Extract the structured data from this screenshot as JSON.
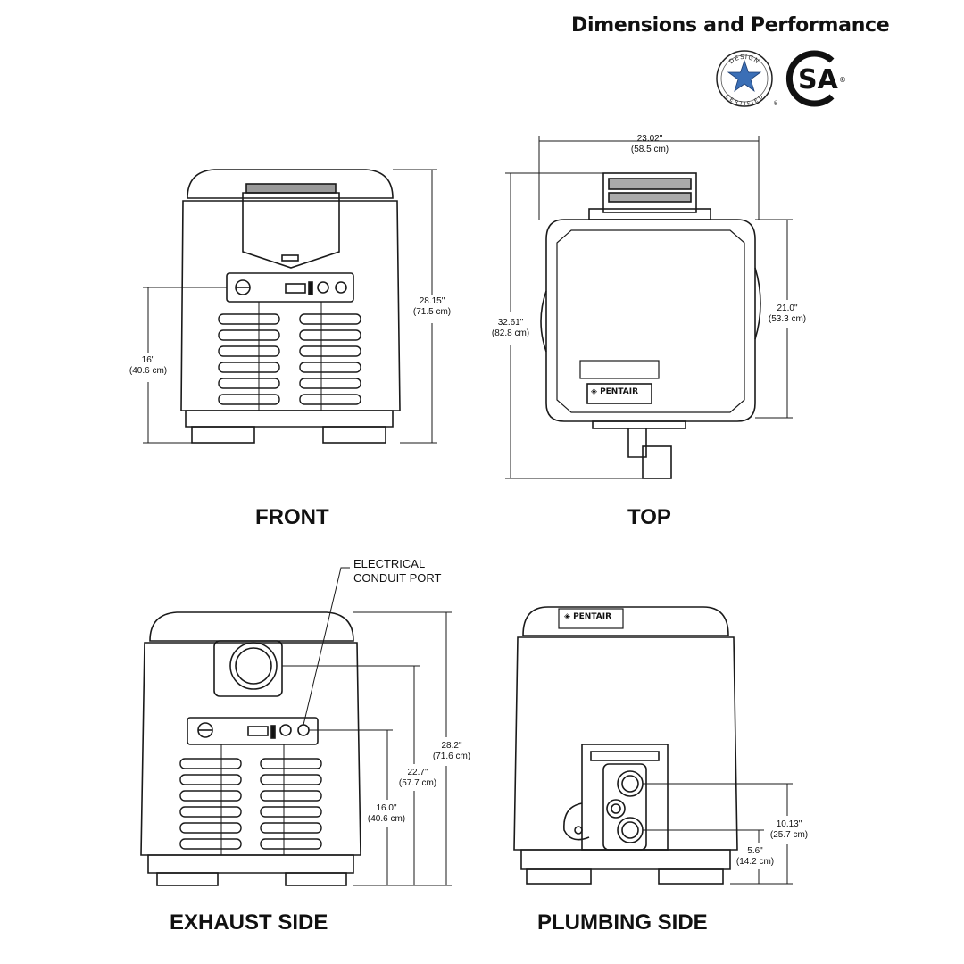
{
  "header": {
    "title": "Dimensions and Performance"
  },
  "logos": {
    "design_certified": {
      "top_text": "DESIGN",
      "bottom_text": "CERTIFIED",
      "icon": "star-seal-icon"
    },
    "csa": {
      "text": "SA",
      "icon": "csa-logo-icon"
    }
  },
  "brand": {
    "name": "PENTAIR"
  },
  "views": {
    "front": {
      "label": "FRONT",
      "dims": {
        "height": "28.15\"",
        "height_cm": "(71.5 cm)",
        "inlet": "16\"",
        "inlet_cm": "(40.6 cm)"
      }
    },
    "top": {
      "label": "TOP",
      "dims": {
        "width": "23.02\"",
        "width_cm": "(58.5 cm)",
        "depth": "32.61\"",
        "depth_cm": "(82.8 cm)",
        "inner": "21.0\"",
        "inner_cm": "(53.3 cm)"
      }
    },
    "exhaust": {
      "label": "EXHAUST SIDE",
      "callout_line1": "ELECTRICAL",
      "callout_line2": "CONDUIT PORT",
      "dims": {
        "height": "28.2\"",
        "height_cm": "(71.6 cm)",
        "exhaust": "22.7\"",
        "exhaust_cm": "(57.7 cm)",
        "conduit": "16.0\"",
        "conduit_cm": "(40.6 cm)"
      }
    },
    "plumbing": {
      "label": "PLUMBING SIDE",
      "dims": {
        "upper": "10.13\"",
        "upper_cm": "(25.7 cm)",
        "lower": "5.6\"",
        "lower_cm": "(14.2 cm)"
      }
    }
  }
}
